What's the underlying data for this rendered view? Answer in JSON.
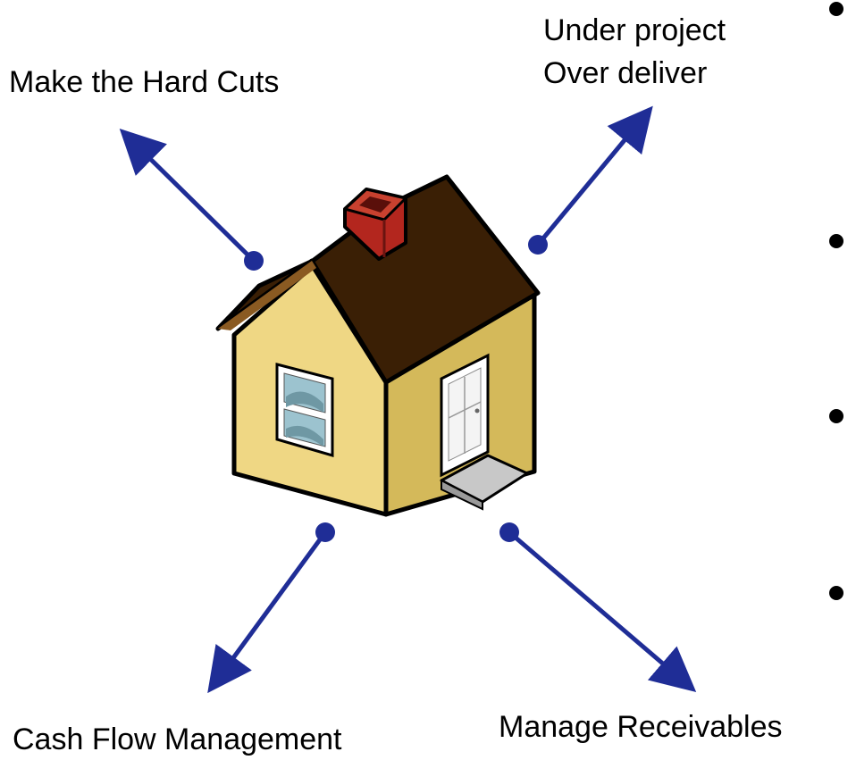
{
  "labels": {
    "top_left": "Make the Hard Cuts",
    "top_right_line1": "Under project",
    "top_right_line2": "Over deliver",
    "bottom_left": "Cash Flow Management",
    "bottom_right": "Manage Receivables"
  },
  "colors": {
    "arrow": "#1f2d96",
    "wall_front": "#efd784",
    "wall_side": "#d4b95a",
    "roof": "#3a1f05",
    "chimney": "#b3261e",
    "outline": "#000000"
  },
  "icons": {
    "center": "house-icon"
  }
}
